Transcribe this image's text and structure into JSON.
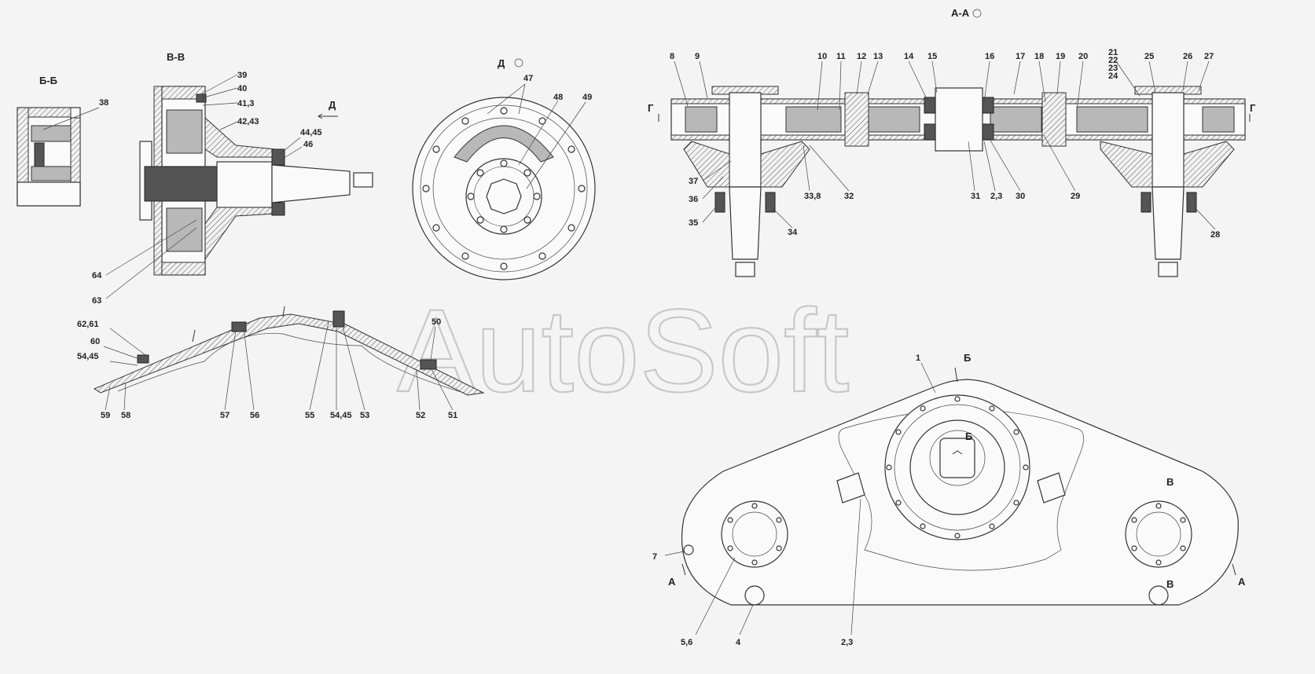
{
  "views": {
    "bb": "Б-Б",
    "vv": "В-В",
    "d": "Д",
    "aa": "А-А",
    "arrow_d": "Д"
  },
  "section_marks": {
    "g": "Г",
    "a": "А",
    "b": "Б",
    "v": "В"
  },
  "watermark": "AutoSoft",
  "callouts": {
    "c1": "1",
    "c23_bottom": "2,3",
    "c4": "4",
    "c56": "5,6",
    "c7": "7",
    "c8": "8",
    "c9": "9",
    "c10": "10",
    "c11": "11",
    "c12": "12",
    "c13": "13",
    "c14": "14",
    "c15": "15",
    "c16": "16",
    "c17": "17",
    "c18": "18",
    "c19": "19",
    "c20": "20",
    "c21": "21",
    "c22": "22",
    "c23": "23",
    "c24": "24",
    "c25": "25",
    "c26": "26",
    "c27": "27",
    "c28": "28",
    "c29": "29",
    "c30": "30",
    "c31": "31",
    "c23_aa": "2,3",
    "c32": "32",
    "c338": "33,8",
    "c34": "34",
    "c35": "35",
    "c36": "36",
    "c37": "37",
    "c38": "38",
    "c39": "39",
    "c40": "40",
    "c413": "41,3",
    "c4243": "42,43",
    "c4445_vv": "44,45",
    "c46": "46",
    "c47": "47",
    "c48": "48",
    "c49": "49",
    "c50": "50",
    "c51": "51",
    "c52": "52",
    "c53": "53",
    "c5445_mid": "54,45",
    "c55": "55",
    "c56n": "56",
    "c57": "57",
    "c58": "58",
    "c59": "59",
    "c5445_left": "54,45",
    "c60": "60",
    "c6261": "62,61",
    "c63": "63",
    "c64": "64"
  }
}
